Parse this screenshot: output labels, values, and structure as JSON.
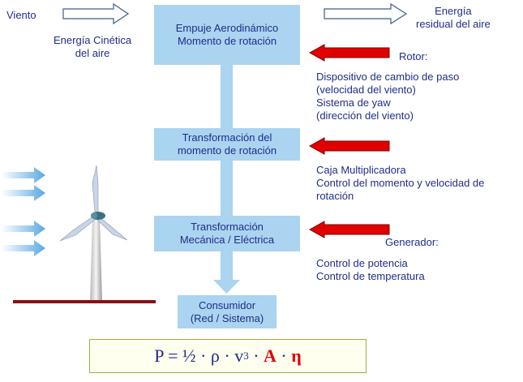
{
  "labels": {
    "viento": "Viento",
    "energia_cinetica": [
      "Energía Cinética",
      "del aire"
    ],
    "energia_residual": [
      "Energía",
      "residual del aire"
    ],
    "rotor_title": "Rotor:",
    "rotor_items": [
      "Dispositivo de cambio de paso",
      "(velocidad del viento)",
      "Sistema de yaw",
      "(dirección del viento)"
    ],
    "caja_items": [
      "Caja Multiplicadora",
      "Control del momento y velocidad de",
      "rotación"
    ],
    "generador_title": "Generador:",
    "generador_items": [
      "Control de potencia",
      "Control de temperatura"
    ]
  },
  "boxes": {
    "empuje": [
      "Empuje Aerodinámico",
      "Momento de rotación"
    ],
    "transformacion_momento": [
      "Transformación del",
      "momento de rotación"
    ],
    "transformacion_mecanica": [
      "Transformación",
      "Mecánica / Eléctrica"
    ],
    "consumidor": [
      "Consumidor",
      "(Red / Sistema)"
    ]
  },
  "formula": {
    "lhs": "P = ½ · ρ · v",
    "exp": "3",
    "mid": " · ",
    "area": "A",
    "sep": " · ",
    "eta": "η"
  },
  "colors": {
    "box_fill": "#aad4f0",
    "text": "#1f2d8a",
    "red_arrow": "#e00000",
    "blue_arrow": "#5aa8e0"
  }
}
